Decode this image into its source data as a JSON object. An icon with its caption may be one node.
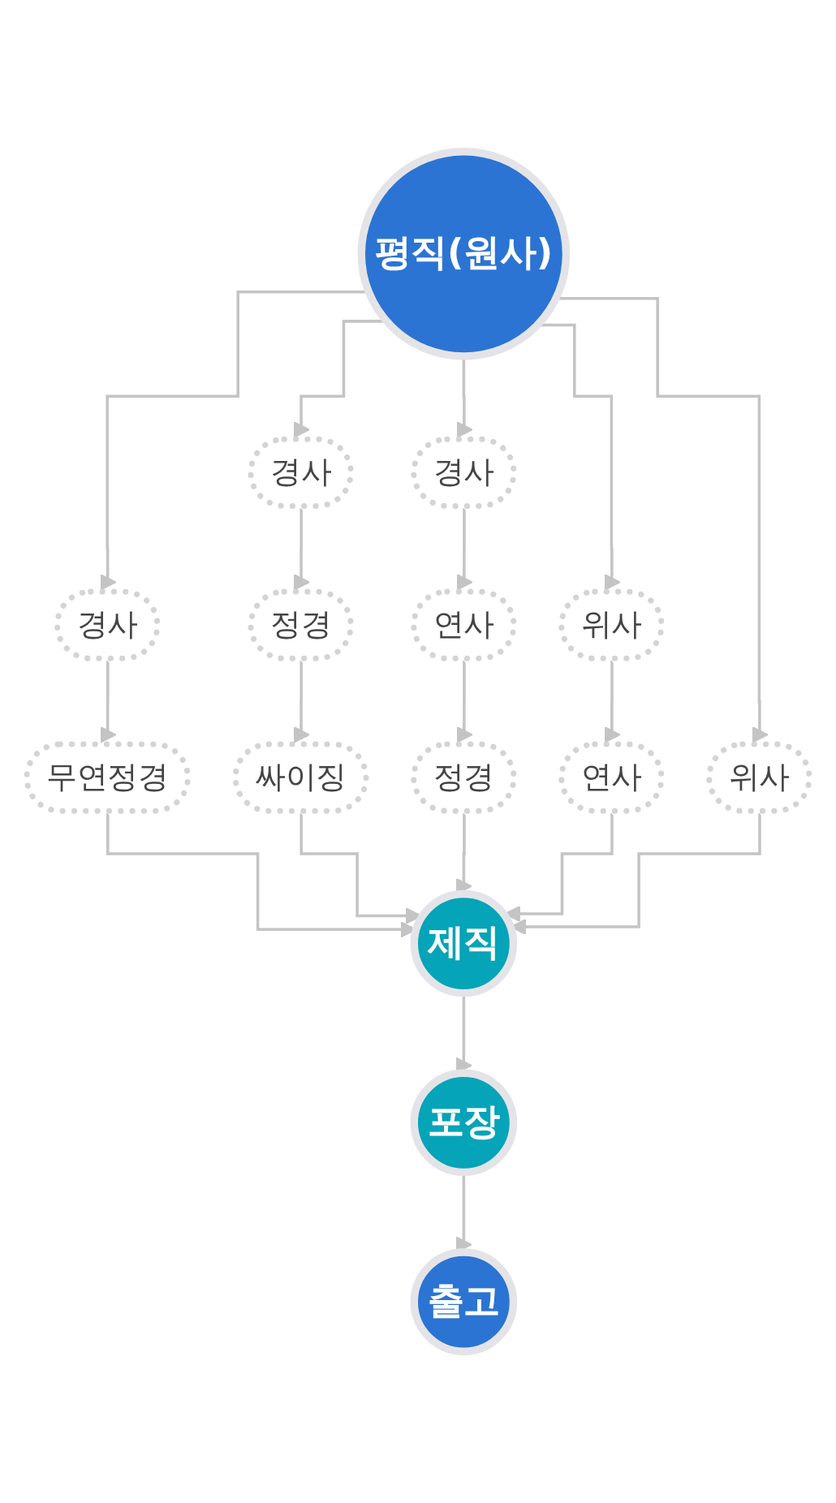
{
  "diagram": {
    "nodes": [
      {
        "text": [
          "평직(원사)"
        ]
      },
      {
        "text": [
          "경사"
        ]
      },
      {
        "text": [
          "무연정경"
        ]
      },
      {
        "text": [
          "경사"
        ]
      },
      {
        "text": [
          "정경"
        ]
      },
      {
        "text": [
          "싸이징"
        ]
      },
      {
        "text": [
          "경사"
        ]
      },
      {
        "text": [
          "연사"
        ]
      },
      {
        "text": [
          "정경"
        ]
      },
      {
        "text": [
          "위사"
        ]
      },
      {
        "text": [
          "연사"
        ]
      },
      {
        "text": [
          "위사"
        ]
      },
      {
        "text": [
          "출고"
        ]
      },
      {
        "text": [
          "포장"
        ]
      },
      {
        "text": [
          "제직"
        ]
      }
    ],
    "edges": [
      {
        "from": 0,
        "to": 1,
        "arrow": "to"
      },
      {
        "from": 0,
        "to": 3,
        "arrow": "to"
      },
      {
        "from": 0,
        "to": 6,
        "arrow": "to"
      },
      {
        "from": 0,
        "to": 9,
        "arrow": "to"
      },
      {
        "from": 0,
        "to": 11,
        "arrow": "to"
      },
      {
        "from": 1,
        "to": 2,
        "arrow": "to"
      },
      {
        "from": 3,
        "to": 4,
        "arrow": "to"
      },
      {
        "from": 4,
        "to": 5,
        "arrow": "to"
      },
      {
        "from": 6,
        "to": 7,
        "arrow": "to"
      },
      {
        "from": 7,
        "to": 8,
        "arrow": "to"
      },
      {
        "from": 9,
        "to": 10,
        "arrow": "to"
      },
      {
        "from": 2,
        "to": 14,
        "arrow": "to"
      },
      {
        "from": 5,
        "to": 14,
        "arrow": "to"
      },
      {
        "from": 8,
        "to": 14,
        "arrow": "to"
      },
      {
        "from": 10,
        "to": 14,
        "arrow": "to"
      },
      {
        "from": 11,
        "to": 14,
        "arrow": "to"
      },
      {
        "from": 14,
        "to": 13,
        "arrow": "to"
      },
      {
        "from": 13,
        "to": 12,
        "arrow": "to"
      }
    ]
  }
}
